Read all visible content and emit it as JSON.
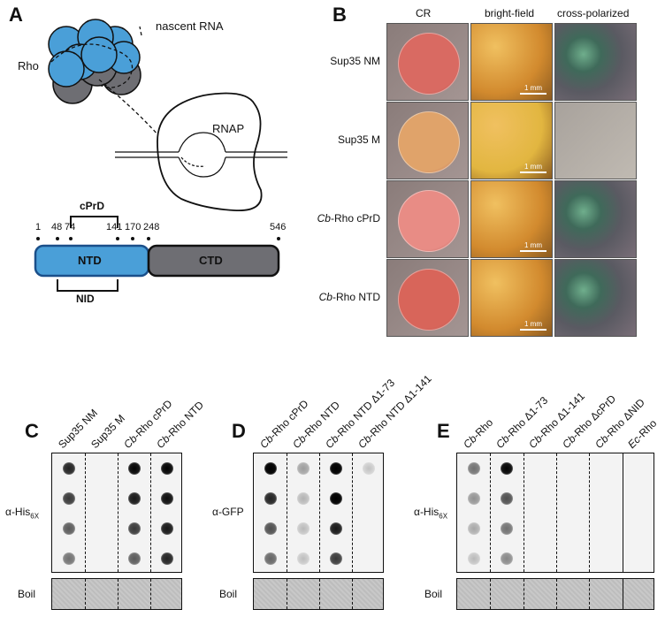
{
  "panels": {
    "A": "A",
    "B": "B",
    "C": "C",
    "D": "D",
    "E": "E"
  },
  "panelA": {
    "rho_label": "Rho",
    "nascent_rna_label": "nascent RNA",
    "rnap_label": "RNAP",
    "cprd_label": "cPrD",
    "nid_label": "NID",
    "ntd_label": "NTD",
    "ctd_label": "CTD",
    "residue_numbers": [
      "1",
      "48",
      "74",
      "141",
      "170",
      "248",
      "546"
    ],
    "colors": {
      "rho_blue": "#4a9fd8",
      "rho_gray": "#6e6e73",
      "ntd_blue": "#4a9fd8",
      "ctd_gray": "#6e6e73"
    }
  },
  "panelB": {
    "col_headers": [
      "CR",
      "bright-field",
      "cross-polarized"
    ],
    "rows": [
      {
        "prefix": "",
        "label": "Sup35 NM",
        "cr_color": "#d96a62"
      },
      {
        "prefix": "",
        "label": "Sup35 M",
        "cr_color": "#e0a36a"
      },
      {
        "prefix": "Cb",
        "label": "-Rho cPrD",
        "cr_color": "#e88c85"
      },
      {
        "prefix": "Cb",
        "label": "-Rho NTD",
        "cr_color": "#d8655a"
      }
    ],
    "scale_label": "1 mm"
  },
  "panelC": {
    "columns": [
      {
        "prefix": "",
        "label": "Sup35 NM"
      },
      {
        "prefix": "",
        "label": "Sup35 M"
      },
      {
        "prefix": "Cb",
        "label": "-Rho cPrD"
      },
      {
        "prefix": "Cb",
        "label": "-Rho NTD"
      }
    ],
    "antibody": "α-His",
    "antibody_sub": "6X",
    "boil_label": "Boil",
    "intensities": [
      [
        0.8,
        0.0,
        0.95,
        0.95
      ],
      [
        0.7,
        0.0,
        0.85,
        0.9
      ],
      [
        0.55,
        0.0,
        0.7,
        0.85
      ],
      [
        0.45,
        0.0,
        0.55,
        0.8
      ]
    ]
  },
  "panelD": {
    "columns": [
      {
        "prefix": "Cb",
        "label": "-Rho cPrD"
      },
      {
        "prefix": "Cb",
        "label": "-Rho NTD"
      },
      {
        "prefix": "Cb",
        "label": "-Rho NTD Δ1-73"
      },
      {
        "prefix": "Cb",
        "label": "-Rho NTD Δ1-141"
      }
    ],
    "antibody": "α-GFP",
    "boil_label": "Boil",
    "intensities": [
      [
        1.0,
        0.25,
        1.0,
        0.08
      ],
      [
        0.8,
        0.15,
        1.0,
        0.0
      ],
      [
        0.6,
        0.12,
        0.85,
        0.0
      ],
      [
        0.5,
        0.1,
        0.7,
        0.0
      ]
    ]
  },
  "panelE": {
    "columns": [
      {
        "prefix": "Cb",
        "label": "-Rho"
      },
      {
        "prefix": "Cb",
        "label": "-Rho Δ1-73"
      },
      {
        "prefix": "Cb",
        "label": "-Rho Δ1-141"
      },
      {
        "prefix": "Cb",
        "label": "-Rho ΔcPrD"
      },
      {
        "prefix": "Cb",
        "label": "-Rho ΔNID"
      },
      {
        "prefix": "Ec",
        "label": "-Rho"
      }
    ],
    "antibody": "α-His",
    "antibody_sub": "6X",
    "boil_label": "Boil",
    "intensities": [
      [
        0.45,
        0.95,
        0.0,
        0.0,
        0.0,
        0.0
      ],
      [
        0.3,
        0.6,
        0.0,
        0.0,
        0.0,
        0.0
      ],
      [
        0.2,
        0.45,
        0.0,
        0.0,
        0.0,
        0.0
      ],
      [
        0.12,
        0.35,
        0.0,
        0.0,
        0.0,
        0.0
      ]
    ]
  }
}
